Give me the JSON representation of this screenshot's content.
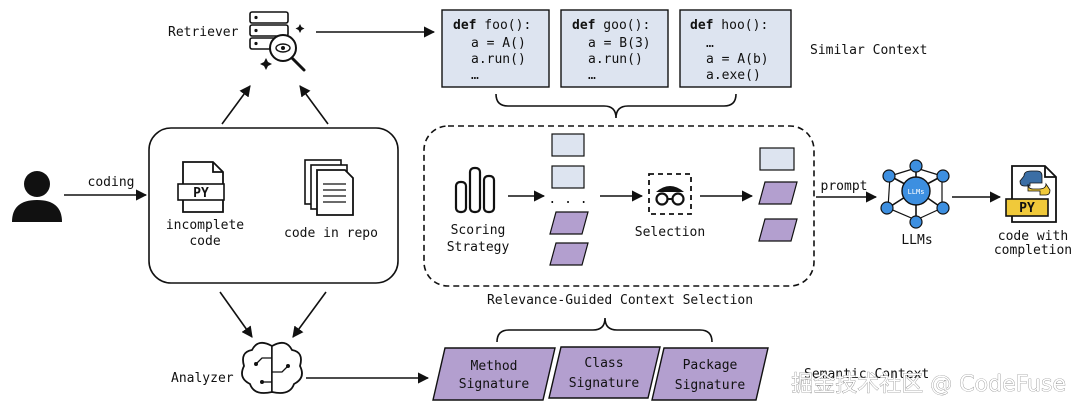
{
  "colors": {
    "code_box": "#dde4f0",
    "signature": "#b39fcf",
    "context_block_light": "#dde4f0",
    "context_block_purple": "#b39fcf",
    "line": "#111111",
    "llm_node": "#3d8fe0"
  },
  "icons": {
    "user": "person-silhouette-icon",
    "retriever": "server-search-icon",
    "analyzer": "brain-circuit-icon",
    "py_file": "python-file-icon",
    "repo": "document-stack-icon",
    "scoring": "bar-chart-icon",
    "selection": "incognito-glasses-icon",
    "llm": "network-hub-icon",
    "completion": "python-logo-file-icon"
  },
  "labels": {
    "retriever": "Retriever",
    "analyzer": "Analyzer",
    "coding": "coding",
    "incomplete_1": "incomplete",
    "incomplete_2": "code",
    "py": "PY",
    "repo": "code in repo",
    "scoring_1": "Scoring",
    "scoring_2": "Strategy",
    "selection": "Selection",
    "relevance": "Relevance-Guided Context Selection",
    "prompt": "prompt",
    "llms": "LLMs",
    "llm_hub": "LLMs",
    "output_1": "code with",
    "output_2": "completion",
    "output_py": "PY",
    "similar_context": "Similar Context",
    "semantic_context": "Semantic Context",
    "dots": ". . ."
  },
  "code_boxes": [
    {
      "kw": "def",
      "head": " foo():",
      "lines": [
        "a = A()",
        "a.run()",
        "…"
      ]
    },
    {
      "kw": "def",
      "head": " goo():",
      "lines": [
        "a = B(3)",
        "a.run()",
        "…"
      ]
    },
    {
      "kw": "def",
      "head": " hoo():",
      "lines": [
        "…",
        "a = A(b)",
        "a.exe()"
      ]
    }
  ],
  "signatures": [
    {
      "line1": "Method",
      "line2": "Signature"
    },
    {
      "line1": "Class",
      "line2": "Signature"
    },
    {
      "line1": "Package",
      "line2": "Signature"
    }
  ],
  "watermark": "掘金技术社区 @ CodeFuse"
}
